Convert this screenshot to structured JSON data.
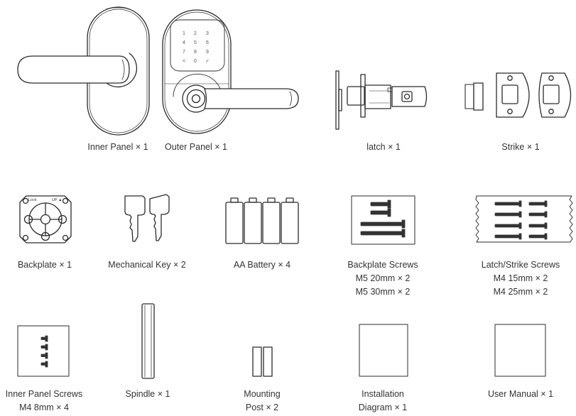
{
  "keypad": {
    "keys": [
      "1",
      "2",
      "3",
      "4",
      "5",
      "6",
      "7",
      "8",
      "9",
      "<",
      "0",
      "✓"
    ]
  },
  "backplate": {
    "label_left": "Lock",
    "label_right": "UP ▲"
  },
  "items": [
    {
      "lines": [
        "Inner Panel × 1"
      ]
    },
    {
      "lines": [
        "Outer Panel × 1"
      ]
    },
    {
      "lines": [
        "latch × 1"
      ]
    },
    {
      "lines": [
        "Strike × 1"
      ]
    },
    {
      "lines": [
        "Backplate × 1"
      ]
    },
    {
      "lines": [
        "Mechanical Key × 2"
      ]
    },
    {
      "lines": [
        "AA Battery × 4"
      ]
    },
    {
      "lines": [
        "Backplate Screws",
        "M5 20mm × 2",
        "M5 30mm × 2"
      ]
    },
    {
      "lines": [
        "Latch/Strike Screws",
        "M4 15mm × 2",
        "M4 25mm × 2"
      ]
    },
    {
      "lines": [
        "Inner Panel Screws",
        "M4 8mm × 4"
      ]
    },
    {
      "lines": [
        "Spindle × 1"
      ]
    },
    {
      "lines": [
        "Mounting",
        "Post × 2"
      ]
    },
    {
      "lines": [
        "Installation",
        "Diagram × 1"
      ]
    },
    {
      "lines": [
        "User Manual × 1"
      ]
    }
  ]
}
